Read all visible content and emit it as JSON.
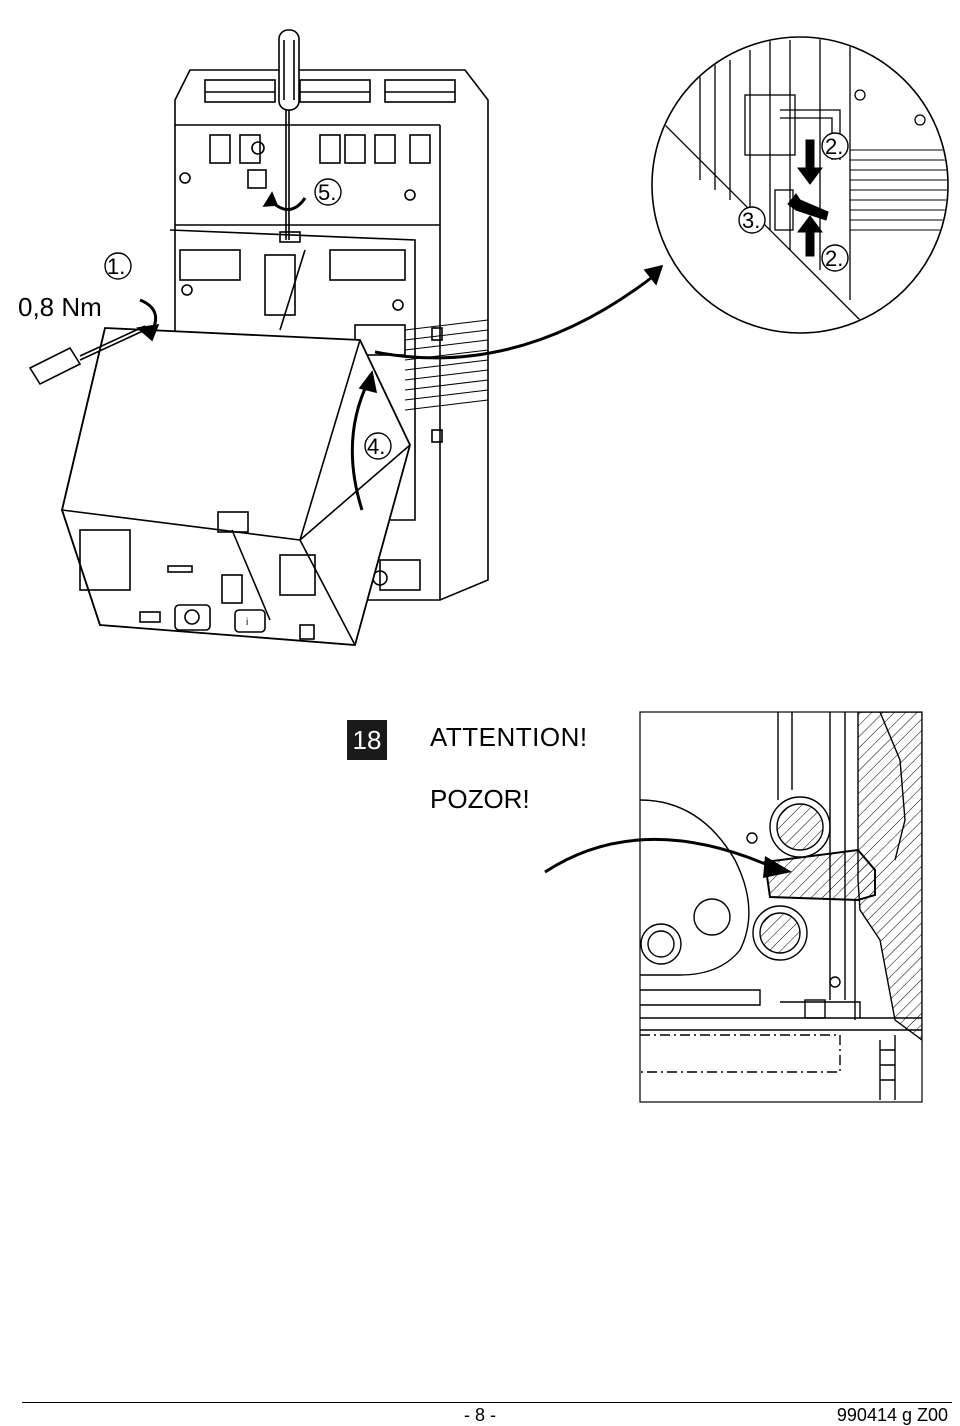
{
  "figure1": {
    "steps": {
      "s1": "1.",
      "s2": "2.",
      "s2b": "2.",
      "s3": "3.",
      "s4": "4.",
      "s5": "5."
    },
    "torque": "0,8 Nm"
  },
  "figure2": {
    "number": "18",
    "heading": "ATTENTION!",
    "subheading": "POZOR!"
  },
  "footer": {
    "page": "- 8 -",
    "code": "990414 g Z00"
  }
}
